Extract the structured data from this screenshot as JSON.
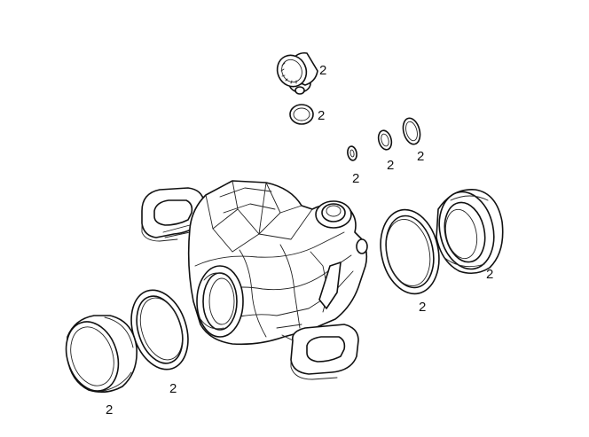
{
  "diagram": {
    "labels": {
      "bleeder_cap": "2",
      "bleeder_oring": "2",
      "small_oring_1": "2",
      "small_oring_2": "2",
      "small_oring_3": "2",
      "right_seal": "2",
      "right_piston": "2",
      "left_seal": "2",
      "left_piston": "2"
    },
    "colors": {
      "line": "#111111",
      "background": "#ffffff"
    }
  }
}
